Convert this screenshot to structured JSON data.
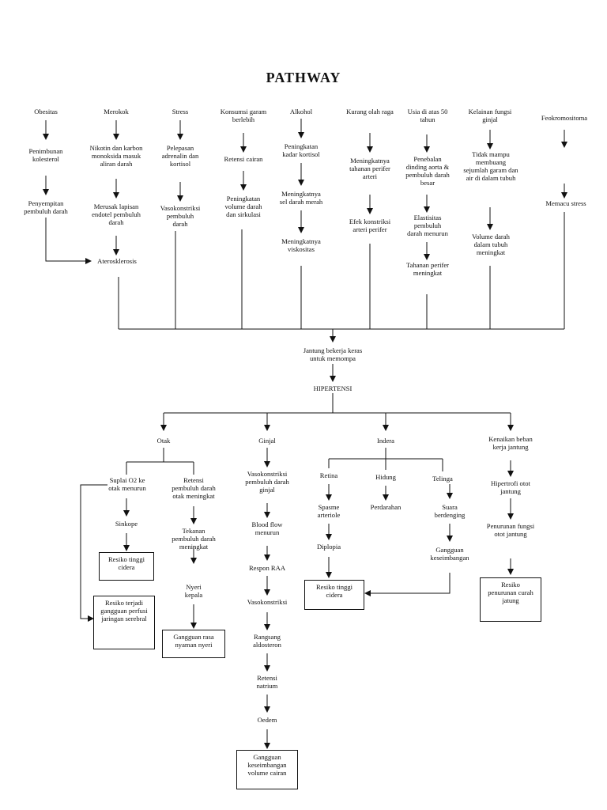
{
  "title": "PATHWAY",
  "causes": {
    "obesitas": "Obesitas",
    "merokok": "Merokok",
    "stress": "Stress",
    "garam": "Konsumsi garam\nberlebih",
    "alkohol": "Alkohol",
    "olahraga": "Kurang olah raga",
    "usia": "Usia di atas 50\ntahun",
    "ginjal": "Kelainan fungsi\nginjal",
    "feo": "Feokromositoma"
  },
  "chain": {
    "obesitas_1": "Penimbunan\nkolesterol",
    "obesitas_2": "Penyempitan\npembuluh darah",
    "merokok_1": "Nikotin dan karbon\nmonoksida masuk\naliran darah",
    "merokok_2": "Merusak lapisan\nendotel pembuluh\ndarah",
    "aterosklerosis": "Aterosklerosis",
    "stress_1": "Pelepasan\nadrenalin dan\nkortisol",
    "stress_2": "Vasokonstriksi\npembuluh\ndarah",
    "garam_1": "Retensi cairan",
    "garam_2": "Peningkatan\nvolume darah\ndan sirkulasi",
    "alkohol_1": "Peningkatan\nkadar kortisol",
    "alkohol_2": "Meningkatnya\nsel darah merah",
    "alkohol_3": "Meningkatnya\nviskositas",
    "olahraga_1": "Meningkatnya\ntahanan perifer\narteri",
    "olahraga_2": "Efek konstriksi\narteri perifer",
    "usia_1": "Penebalan\ndinding aorta &\npembuluh darah\nbesar",
    "usia_2": "Elastisitas\npembuluh\ndarah menurun",
    "usia_3": "Tahanan perifer\nmeningkat",
    "ginjal_1": "Tidak mampu\nmembuang\nsejumlah garam dan\nair di dalam tubuh",
    "ginjal_2": "Volume darah\ndalam tubuh\nmeningkat",
    "feo_1": "Memacu stress"
  },
  "center": {
    "jantung": "Jantung bekerja keras\nuntuk memompa",
    "hipertensi": "HIPERTENSI"
  },
  "organs": {
    "otak": "Otak",
    "ginjal": "Ginjal",
    "indera": "Indera",
    "beban": "Kenaikan beban\nkerja jantung"
  },
  "otak": {
    "suplai": "Suplai O2 ke\notak menurun",
    "sinkope": "Sinkope",
    "resiko_cidera": "Resiko tinggi\ncidera",
    "resiko_perfusi": "Resiko terjadi\ngangguan perfusi\njaringan serebral",
    "retensi": "Retensi\npembuluh darah\notak meningkat",
    "tekanan": "Tekanan\npembuluh darah\nmeningkat",
    "nyeri": "Nyeri\nkepala",
    "gangguan_nyeri": "Gangguan rasa\nnyaman nyeri"
  },
  "ginjal": {
    "vaso": "Vasokonstriksi\npembuluh darah\nginjal",
    "bloodflow": "Blood flow\nmenurun",
    "raa": "Respon RAA",
    "vaso2": "Vasokonstriksi",
    "aldosteron": "Rangsang\naldosteron",
    "natrium": "Retensi\nnatrium",
    "oedem": "Oedem",
    "gangguan": "Gangguan\nkeseimbangan\nvolume cairan"
  },
  "indera": {
    "retina": "Retina",
    "hidung": "Hidung",
    "telinga": "Telinga",
    "spasme": "Spasme\narteriole",
    "diplopia": "Diplopia",
    "perdarahan": "Perdarahan",
    "suara": "Suara\nberdenging",
    "gangguan_keseimbangan": "Gangguan\nkeseimbangan",
    "resiko_cidera": "Resiko tinggi\ncidera"
  },
  "jantung": {
    "hipertrofi": "Hipertrofi otot\njantung",
    "penurunan": "Penurunan fungsi\notot jantung",
    "resiko": "Resiko\npenurunan curah\njatung"
  },
  "colors": {
    "ink": "#111111",
    "background": "#ffffff"
  }
}
